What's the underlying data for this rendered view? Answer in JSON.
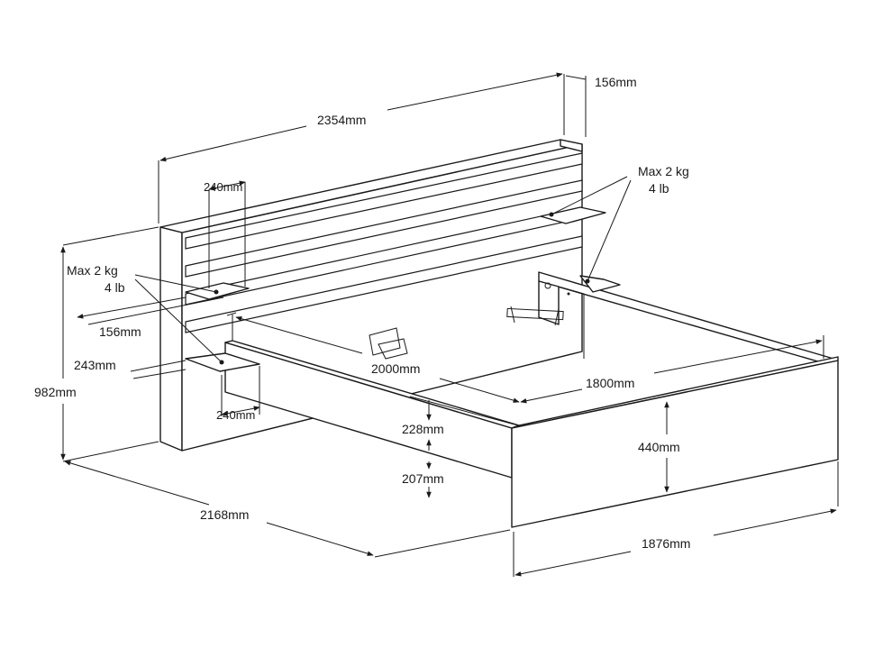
{
  "dimensions": {
    "headboard_width": "2354mm",
    "headboard_depth": "156mm",
    "shelf_width_top": "240mm",
    "shelf_depth": "156mm",
    "shelf_height_offset": "243mm",
    "shelf_width_bottom": "240mm",
    "total_height": "982mm",
    "mattress_length": "2000mm",
    "mattress_width": "1800mm",
    "rail_height": "228mm",
    "floor_clearance": "207mm",
    "footboard_height": "440mm",
    "total_length": "2168mm",
    "total_width": "1876mm"
  },
  "load_labels": {
    "left": {
      "kg": "Max 2 kg",
      "lb": "4 lb"
    },
    "right": {
      "kg": "Max 2 kg",
      "lb": "4 lb"
    }
  }
}
